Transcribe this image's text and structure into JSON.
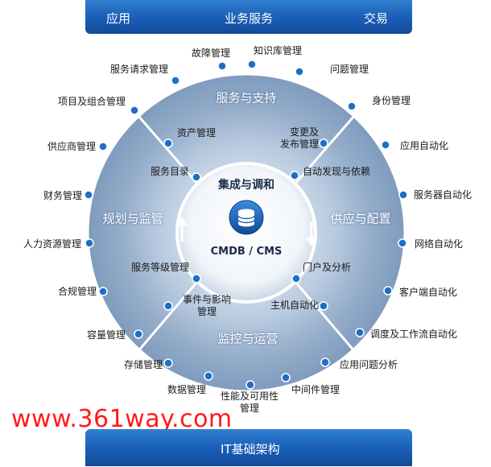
{
  "top_bar": {
    "left": "应用",
    "center": "业务服务",
    "right": "交易"
  },
  "bottom_bar": {
    "label": "IT基础架构"
  },
  "hub": {
    "title": "集成与调和",
    "db": "CMDB / CMS"
  },
  "sectors": {
    "service_support": "服务与支持",
    "plan_monitor": "规划与监管",
    "supply_config": "供应与配置",
    "monitor_ops": "监控与运营"
  },
  "outer_nodes": {
    "fault": "故障管理",
    "knowledge": "知识库管理",
    "problem": "问题管理",
    "identity": "身份管理",
    "app_auto": "应用自动化",
    "server_auto": "服务器自动化",
    "network_auto": "网络自动化",
    "client_auto": "客户端自动化",
    "workflow": "调度及工作流自动化",
    "app_problem": "应用问题分析",
    "middleware": "中间件管理",
    "perf_line1": "性能及可用性",
    "perf_line2": "管理",
    "data": "数据管理",
    "storage": "存储管理",
    "capacity": "容量管理",
    "compliance": "合规管理",
    "hr": "人力资源管理",
    "finance": "财务管理",
    "supplier": "供应商管理",
    "project": "项目及组合管理",
    "service_request": "服务请求管理"
  },
  "inner_nodes": {
    "asset": "资产管理",
    "change_line1": "变更及",
    "change_line2": "发布管理",
    "catalog": "服务目录",
    "discovery": "自动发现与依赖",
    "sla": "服务等级管理",
    "portal": "门户及分析",
    "event_line1": "事件与影响",
    "event_line2": "管理",
    "host": "主机自动化"
  },
  "watermark": "www.361way.com",
  "colors": {
    "bar": "#1a5db6",
    "dot": "#1e6fc8",
    "ring": "#9fb6d0",
    "watermark": "#ff1a1a"
  }
}
